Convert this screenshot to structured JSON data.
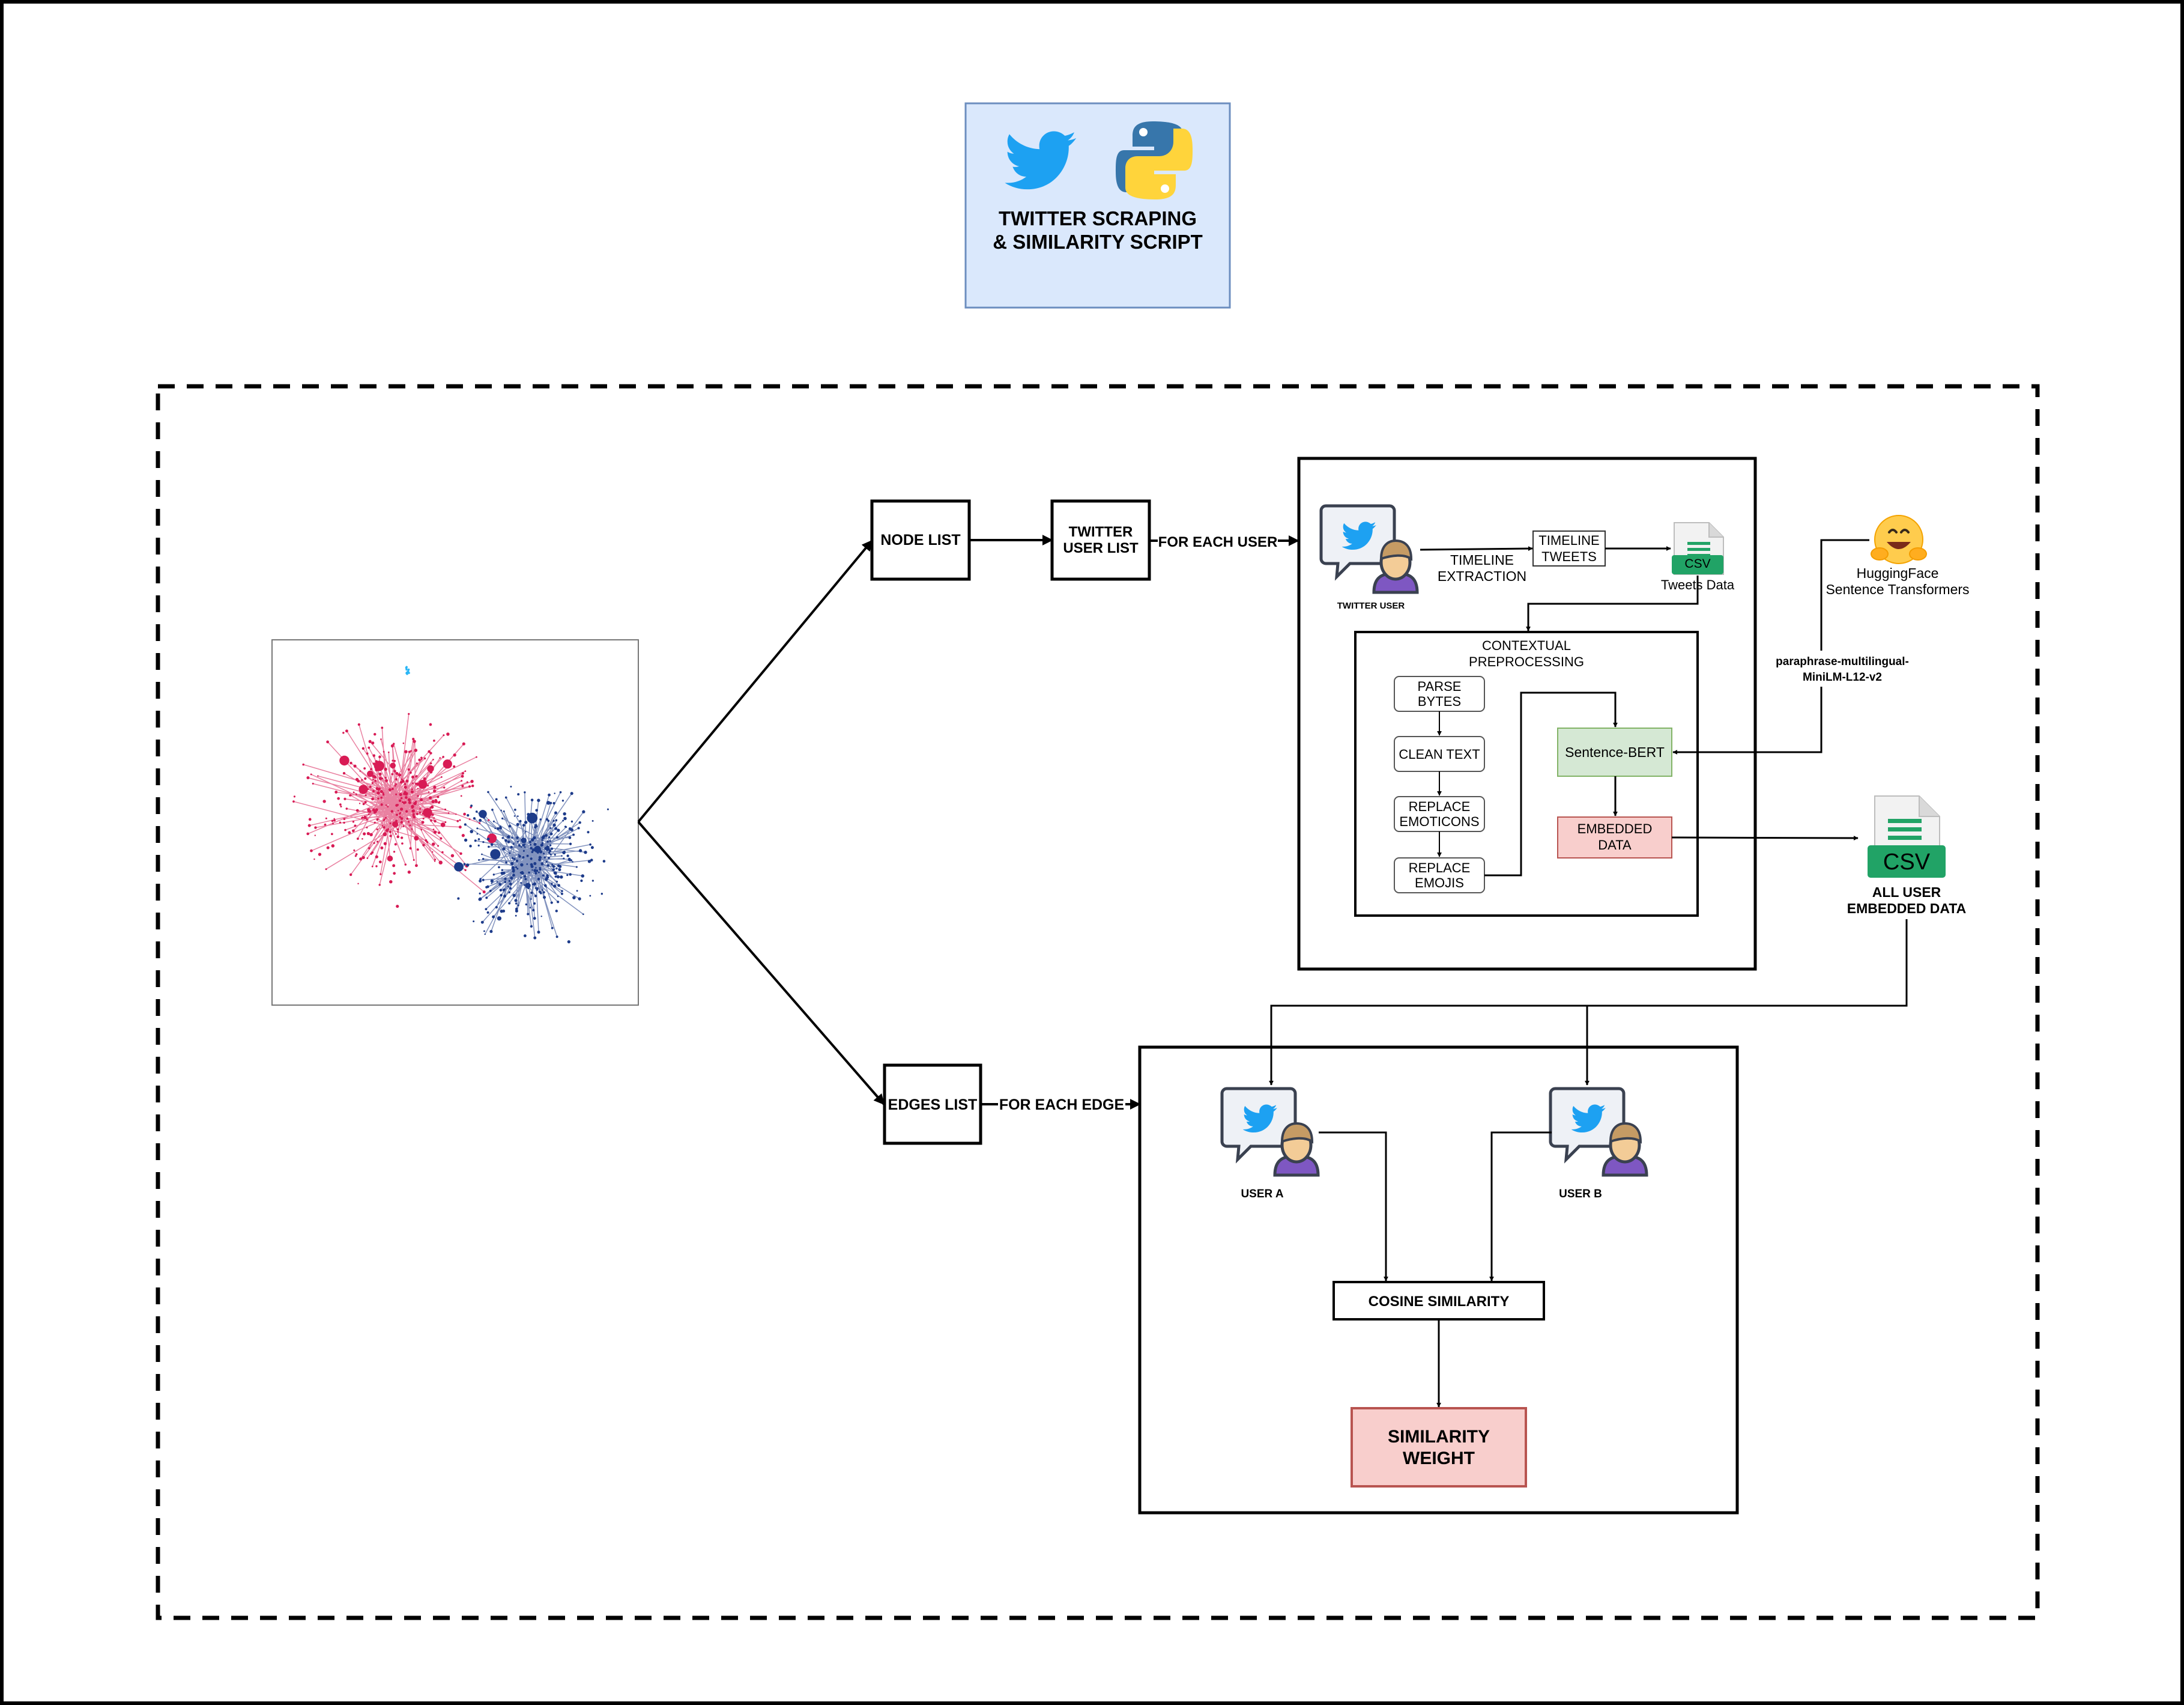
{
  "header": {
    "title_line1": "TWITTER SCRAPING",
    "title_line2": "& SIMILARITY SCRIPT",
    "twitter_logo_icon": "twitter-bird-icon",
    "python_logo_icon": "python-logo-icon"
  },
  "network_graph": {
    "icon": "network-graph-image",
    "colors": {
      "cluster_a": "#d81b55",
      "cluster_b": "#1d3b8a",
      "outlier": "#29b6f6"
    }
  },
  "nodes": {
    "node_list": "NODE LIST",
    "twitter_user_list_l1": "TWITTER",
    "twitter_user_list_l2": "USER LIST",
    "for_each_user": "FOR EACH USER",
    "edges_list": "EDGES LIST",
    "for_each_edge": "FOR EACH EDGE"
  },
  "user_pipeline": {
    "twitter_user": "TWITTER USER",
    "timeline_extraction_l1": "TIMELINE",
    "timeline_extraction_l2": "EXTRACTION",
    "timeline_tweets_l1": "TIMELINE",
    "timeline_tweets_l2": "TWEETS",
    "csv_badge": "CSV",
    "tweets_data": "Tweets Data",
    "preprocessing_l1": "CONTEXTUAL",
    "preprocessing_l2": "PREPROCESSING",
    "parse_bytes_l1": "PARSE",
    "parse_bytes_l2": "BYTES",
    "clean_text": "CLEAN TEXT",
    "replace_emoticons_l1": "REPLACE",
    "replace_emoticons_l2": "EMOTICONS",
    "replace_emojis_l1": "REPLACE",
    "replace_emojis_l2": "EMOJIS",
    "sentence_bert": "Sentence-BERT",
    "embedded_data_l1": "EMBEDDED",
    "embedded_data_l2": "DATA"
  },
  "huggingface": {
    "name_l1": "HuggingFace",
    "name_l2": "Sentence Transformers",
    "model_l1": "paraphrase-multilingual-",
    "model_l2": "MiniLM-L12-v2"
  },
  "all_user_csv": {
    "badge": "CSV",
    "label_l1": "ALL USER",
    "label_l2": "EMBEDDED DATA"
  },
  "edge_pipeline": {
    "user_a": "USER A",
    "user_b": "USER B",
    "cosine_similarity": "COSINE SIMILARITY",
    "similarity_weight_l1": "SIMILARITY",
    "similarity_weight_l2": "WEIGHT"
  },
  "colors": {
    "header_fill": "#dae8fc",
    "header_stroke": "#6c8ebf",
    "sbert_fill": "#d5e8d4",
    "sbert_stroke": "#82b366",
    "embedded_fill": "#f8cecc",
    "embedded_stroke": "#b85450",
    "csv_green": "#21a366",
    "twitter_blue": "#1da1f2"
  }
}
